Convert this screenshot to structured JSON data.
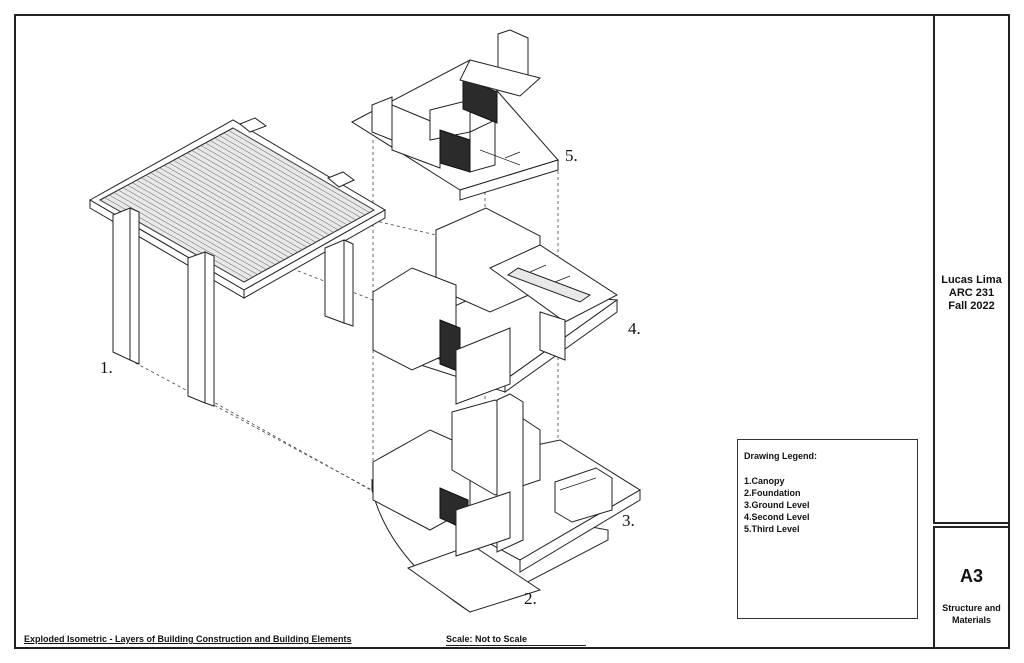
{
  "title_block": {
    "author_lines": [
      "Lucas Lima",
      "ARC 231",
      "Fall 2022"
    ],
    "sheet_number": "A3",
    "sheet_name_lines": [
      "Structure and",
      "Materials"
    ]
  },
  "legend": {
    "title": "Drawing Legend:",
    "items": [
      "1.Canopy",
      "2.Foundation",
      "3.Ground Level",
      "4.Second Level",
      "5.Third Level"
    ]
  },
  "footer": {
    "caption": "Exploded Isometric - Layers of Building Construction and Building Elements",
    "scale": "Scale: Not to Scale"
  },
  "layer_labels": [
    "1.",
    "2.",
    "3.",
    "4.",
    "5."
  ]
}
